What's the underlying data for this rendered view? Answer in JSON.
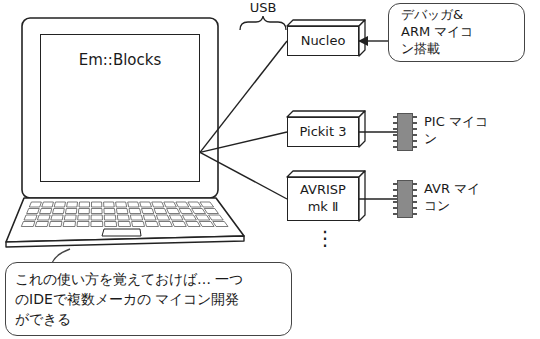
{
  "diagram": {
    "nodes": [
      {
        "text": [
          "Em::Blocks"
        ]
      },
      {
        "text": [
          "Nucleo"
        ]
      },
      {
        "text": [
          "デバッガ& ARM マイコン搭載"
        ]
      },
      {
        "text": [
          "Pickit 3"
        ]
      },
      {
        "text": [
          "PIC マイコン"
        ]
      },
      {
        "text": [
          "AVRISP mk Ⅱ"
        ]
      },
      {
        "text": [
          "AVR マイコン"
        ]
      },
      {
        "text": [
          "これの使い方を覚えておけば… 一つのIDEで複数メーカの マイコン開発ができる"
        ]
      }
    ],
    "edges": [
      {
        "from": 0,
        "to": 1,
        "arrow": "none"
      },
      {
        "from": 0,
        "to": 3,
        "arrow": "none"
      },
      {
        "from": 0,
        "to": 5,
        "arrow": "none"
      },
      {
        "from": 2,
        "to": 1,
        "arrow": "to"
      },
      {
        "from": 3,
        "to": 4,
        "arrow": "none"
      },
      {
        "from": 5,
        "to": 6,
        "arrow": "none"
      }
    ],
    "labels": [
      "USB",
      "⋮"
    ]
  }
}
